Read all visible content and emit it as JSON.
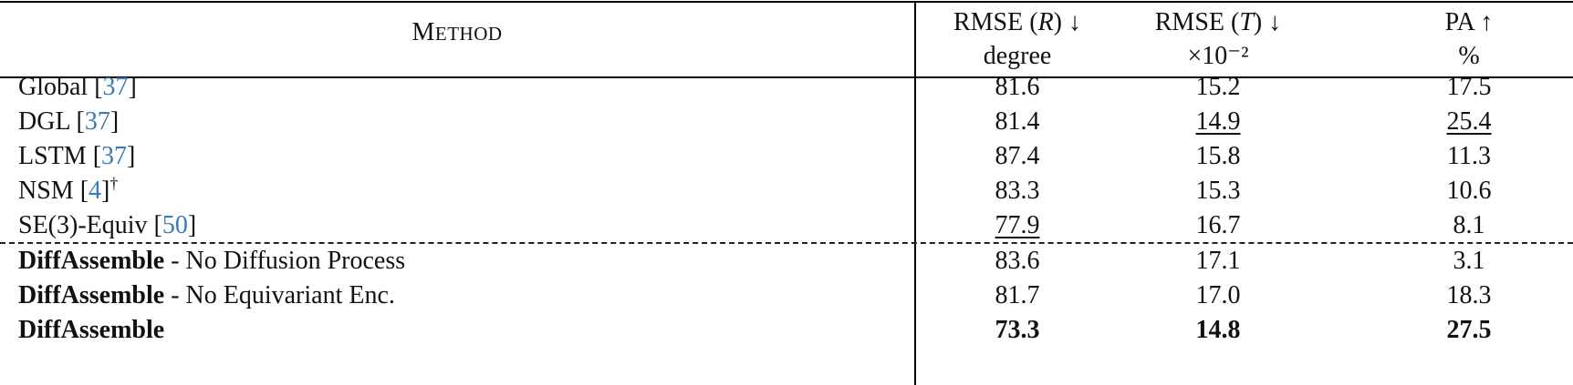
{
  "table": {
    "header": {
      "method": "Method",
      "columns": [
        {
          "metric": "RMSE",
          "symbol": "R",
          "arrow": "↓",
          "unit": "degree"
        },
        {
          "metric": "RMSE",
          "symbol": "T",
          "arrow": "↓",
          "unit": "×10⁻²"
        },
        {
          "metric": "PA",
          "symbol": "",
          "arrow": "↑",
          "unit": "%"
        }
      ]
    },
    "rows": [
      {
        "name": "Global",
        "suffix": "",
        "cite": "37",
        "mark": "",
        "r": "81.6",
        "t": "15.2",
        "pa": "17.5"
      },
      {
        "name": "DGL",
        "suffix": "",
        "cite": "37",
        "mark": "",
        "r": "81.4",
        "t": "14.9",
        "pa": "25.4"
      },
      {
        "name": "LSTM",
        "suffix": "",
        "cite": "37",
        "mark": "",
        "r": "87.4",
        "t": "15.8",
        "pa": "11.3"
      },
      {
        "name": "NSM",
        "suffix": "",
        "cite": "4",
        "mark": "†",
        "r": "83.3",
        "t": "15.3",
        "pa": "10.6"
      },
      {
        "name": "SE(3)-Equiv",
        "suffix": "",
        "cite": "50",
        "mark": "",
        "r": "77.9",
        "t": "16.7",
        "pa": "8.1"
      },
      {
        "name": "DiffAssemble",
        "suffix": " - No Diffusion Process",
        "cite": "",
        "mark": "",
        "r": "83.6",
        "t": "17.1",
        "pa": "3.1"
      },
      {
        "name": "DiffAssemble",
        "suffix": " - No Equivariant Enc.",
        "cite": "",
        "mark": "",
        "r": "81.7",
        "t": "17.0",
        "pa": "18.3"
      },
      {
        "name": "DiffAssemble",
        "suffix": "",
        "cite": "",
        "mark": "",
        "r": "73.3",
        "t": "14.8",
        "pa": "27.5"
      }
    ],
    "underlined": [
      "DGL.t",
      "DGL.pa",
      "SE(3)-Equiv.r"
    ],
    "bold_best": [
      "DiffAssemble.r",
      "DiffAssemble.t",
      "DiffAssemble.pa"
    ],
    "colors": {
      "citation": "#3b7bb5",
      "text": "#111111",
      "rule": "#000000"
    }
  }
}
